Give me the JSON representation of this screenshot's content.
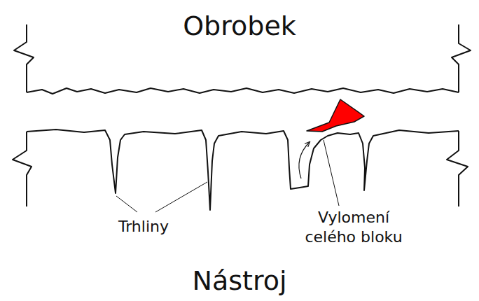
{
  "diagram": {
    "labels": [
      "Obrobek",
      "Trhliny",
      "Vylomení celého bloku",
      "Nástroj"
    ]
  }
}
